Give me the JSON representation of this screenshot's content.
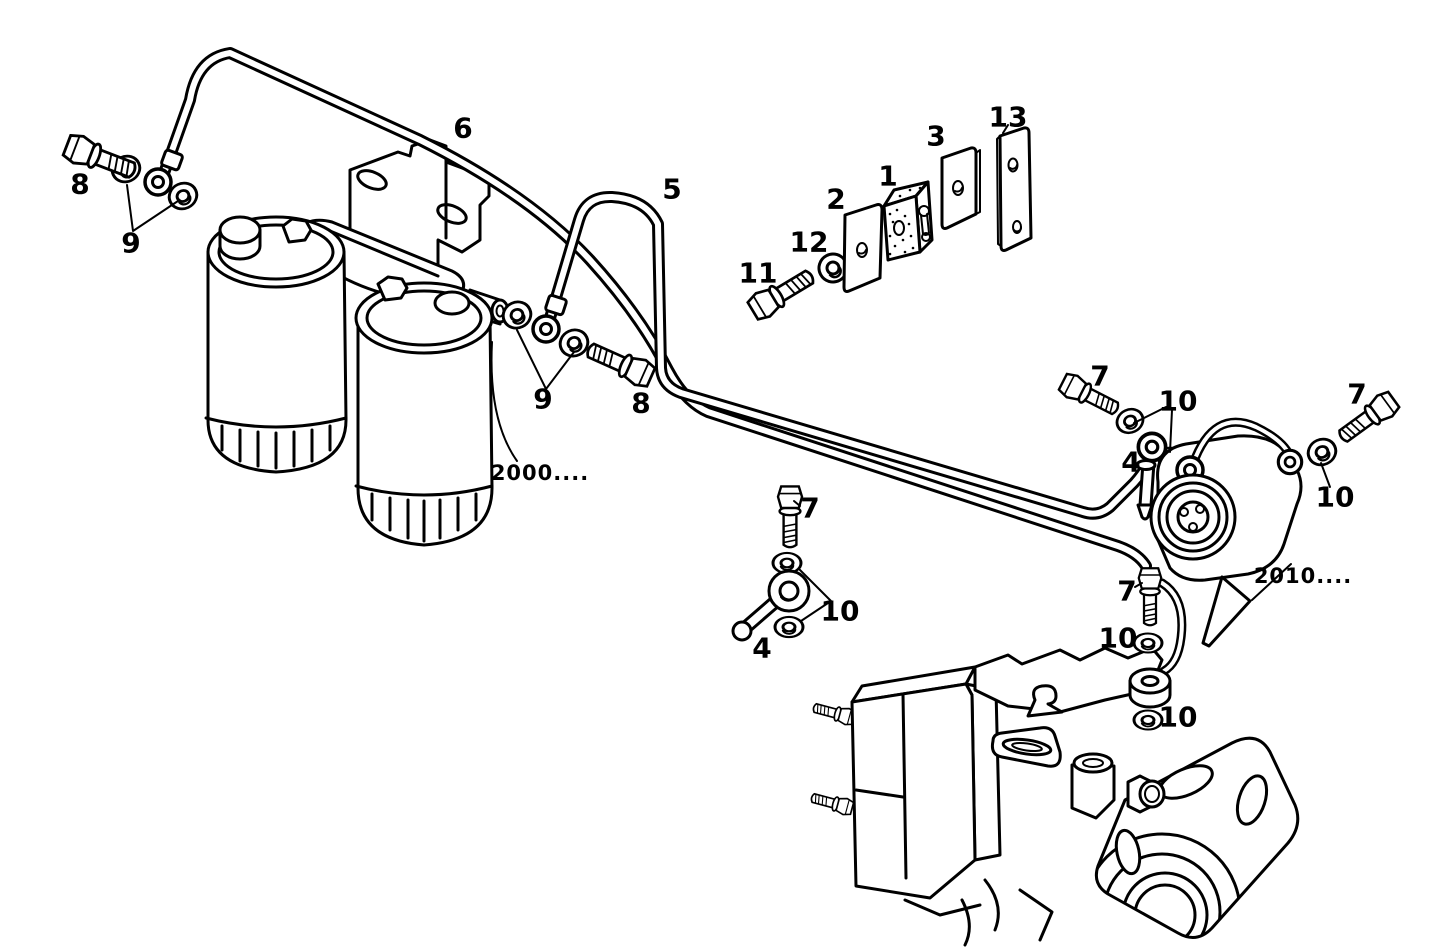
{
  "document": {
    "kind": "exploded-parts-line-diagram",
    "subject": "fuel filters, fuel pipes and injection pump fittings on a diesel engine",
    "background_color": "#ffffff",
    "ink_color": "#000000"
  },
  "labels": [
    {
      "part": "banjo-bolt-filter-1",
      "text": "8"
    },
    {
      "part": "sealing-washers-filter-1",
      "text": "9"
    },
    {
      "part": "fuel-return-pipe",
      "text": "6"
    },
    {
      "part": "fuel-feed-pipe",
      "text": "5"
    },
    {
      "part": "clamp-bolt",
      "text": "11"
    },
    {
      "part": "clamp-washer",
      "text": "12"
    },
    {
      "part": "clamp-plate-inner",
      "text": "2"
    },
    {
      "part": "clamp-block",
      "text": "1"
    },
    {
      "part": "clamp-plate-outer",
      "text": "3"
    },
    {
      "part": "clamp-strip",
      "text": "13"
    },
    {
      "part": "sealing-washers-filter-2",
      "text": "9"
    },
    {
      "part": "banjo-bolt-filter-2",
      "text": "8"
    },
    {
      "part": "reference-code-filters",
      "text": "2000...."
    },
    {
      "part": "banjo-bolt-pump",
      "text": "7"
    },
    {
      "part": "sealing-washers-pump",
      "text": "10"
    },
    {
      "part": "banjo-union-pump",
      "text": "4"
    },
    {
      "part": "banjo-bolt-pump-right",
      "text": "7"
    },
    {
      "part": "sealing-washer-pump-right",
      "text": "10"
    },
    {
      "part": "reference-code-pump",
      "text": "2010...."
    },
    {
      "part": "banjo-bolt-center",
      "text": "7"
    },
    {
      "part": "sealing-washers-center",
      "text": "10"
    },
    {
      "part": "banjo-union-center",
      "text": "4"
    },
    {
      "part": "banjo-bolt-engine",
      "text": "7"
    },
    {
      "part": "sealing-washer-engine-upper",
      "text": "10"
    },
    {
      "part": "sealing-washer-engine-lower",
      "text": "10"
    }
  ]
}
